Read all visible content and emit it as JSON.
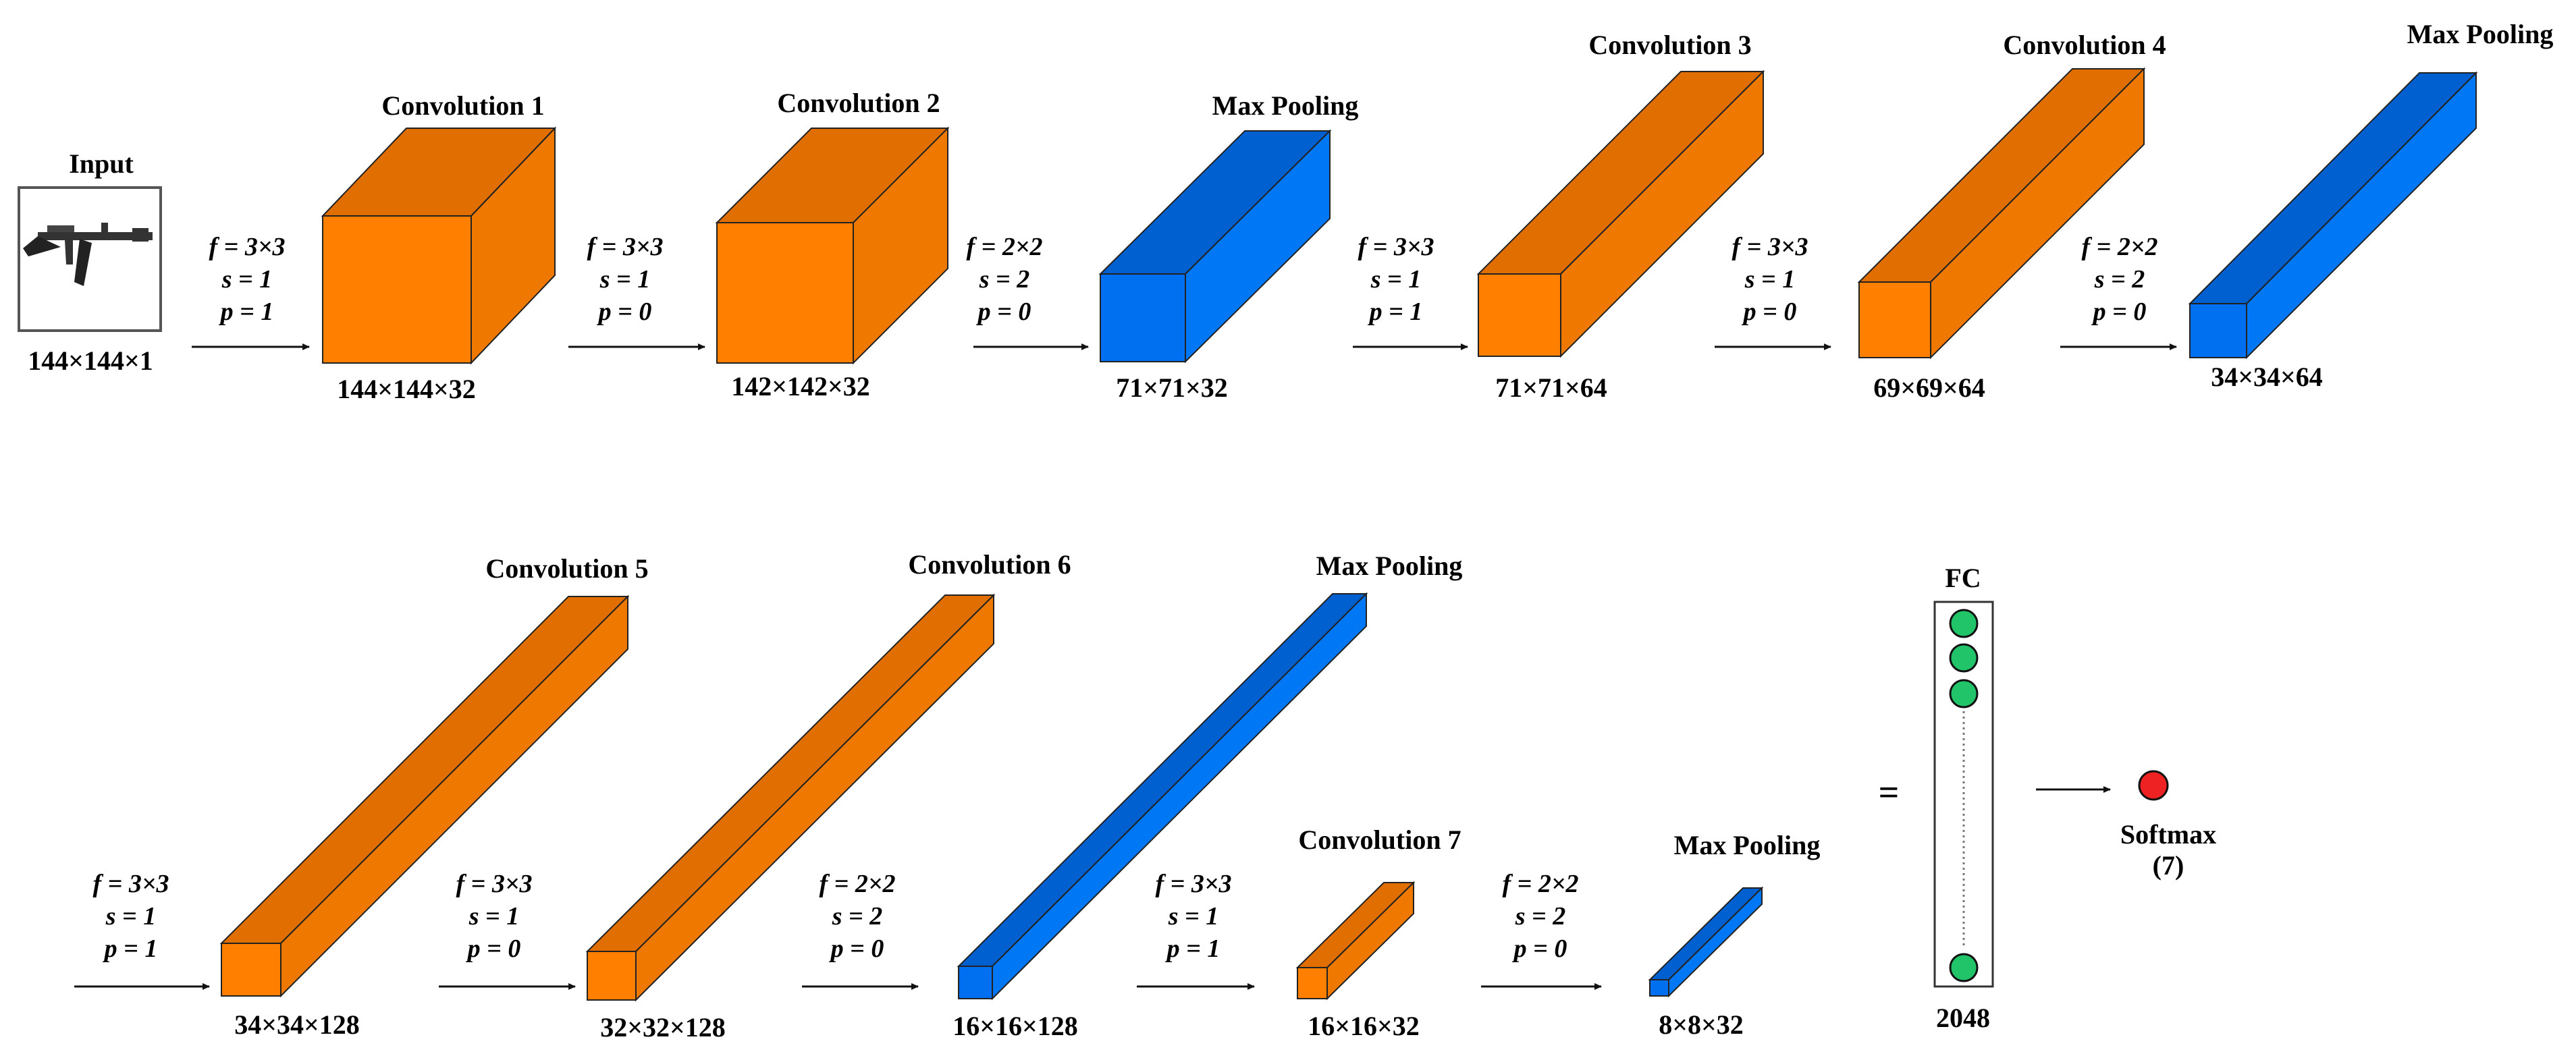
{
  "colors": {
    "conv": {
      "front": "#FF8000",
      "top": "#E06E00",
      "side": "#EE7800"
    },
    "pool": {
      "front": "#0070F0",
      "top": "#0060D0",
      "side": "#0078F5"
    },
    "fc_node": "#22C46A",
    "softmax_node": "#EE2222"
  },
  "input": {
    "title": "Input",
    "size": "144×144×1",
    "icon": "rifle-icon"
  },
  "layers": [
    {
      "kind": "conv",
      "title": "Convolution 1",
      "size": "144×144×32"
    },
    {
      "kind": "conv",
      "title": "Convolution 2",
      "size": "142×142×32"
    },
    {
      "kind": "pool",
      "title": "Max Pooling",
      "size": "71×71×32"
    },
    {
      "kind": "conv",
      "title": "Convolution 3",
      "size": "71×71×64"
    },
    {
      "kind": "conv",
      "title": "Convolution 4",
      "size": "69×69×64"
    },
    {
      "kind": "pool",
      "title": "Max Pooling",
      "size": "34×34×64"
    },
    {
      "kind": "conv",
      "title": "Convolution 5",
      "size": "34×34×128"
    },
    {
      "kind": "conv",
      "title": "Convolution 6",
      "size": "32×32×128"
    },
    {
      "kind": "pool",
      "title": "Max Pooling",
      "size": "16×16×128"
    },
    {
      "kind": "conv",
      "title": "Convolution 7",
      "size": "16×16×32"
    },
    {
      "kind": "pool",
      "title": "Max Pooling",
      "size": "8×8×32"
    }
  ],
  "ops": [
    {
      "f": "f = 3×3",
      "s": "s = 1",
      "p": "p = 1"
    },
    {
      "f": "f = 3×3",
      "s": "s = 1",
      "p": "p = 0"
    },
    {
      "f": "f = 2×2",
      "s": "s = 2",
      "p": "p = 0"
    },
    {
      "f": "f = 3×3",
      "s": "s = 1",
      "p": "p = 1"
    },
    {
      "f": "f = 3×3",
      "s": "s = 1",
      "p": "p = 0"
    },
    {
      "f": "f = 2×2",
      "s": "s = 2",
      "p": "p = 0"
    },
    {
      "f": "f = 3×3",
      "s": "s = 1",
      "p": "p = 1"
    },
    {
      "f": "f = 3×3",
      "s": "s = 1",
      "p": "p = 0"
    },
    {
      "f": "f = 2×2",
      "s": "s = 2",
      "p": "p = 0"
    },
    {
      "f": "f = 3×3",
      "s": "s = 1",
      "p": "p = 1"
    },
    {
      "f": "f = 2×2",
      "s": "s = 2",
      "p": "p = 0"
    }
  ],
  "equals": "=",
  "fc": {
    "title": "FC",
    "size": "2048"
  },
  "softmax": {
    "title": "Softmax",
    "classes": "(7)"
  }
}
